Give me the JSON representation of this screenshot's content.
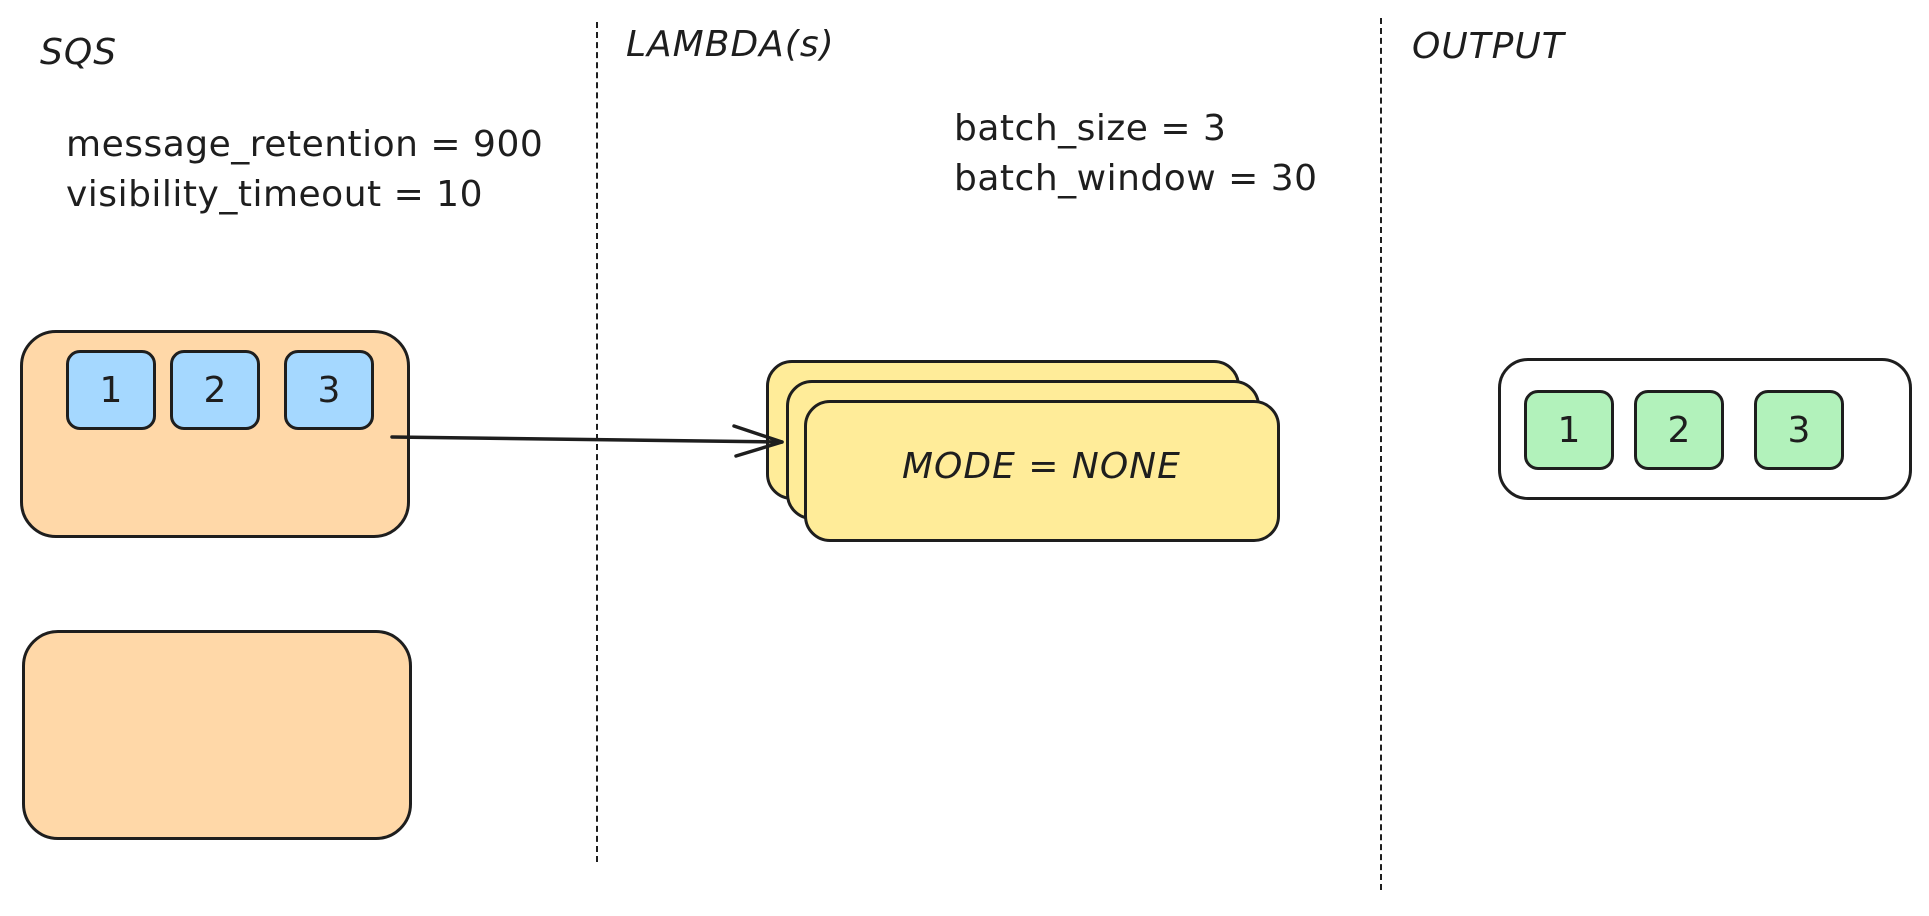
{
  "sections": {
    "sqs": {
      "title": "SQS"
    },
    "lambda": {
      "title": "LAMBDA(s)"
    },
    "output": {
      "title": "OUTPUT"
    }
  },
  "sqs_config": {
    "line1": "message_retention = 900",
    "line2": "visibility_timeout = 10"
  },
  "lambda_config": {
    "line1": "batch_size = 3",
    "line2": "batch_window = 30"
  },
  "queue_messages": [
    "1",
    "2",
    "3"
  ],
  "lambda_mode": "MODE = NONE",
  "output_messages": [
    "1",
    "2",
    "3"
  ],
  "colors": {
    "queue_fill": "#ffd8a8",
    "message_fill": "#a5d8ff",
    "lambda_fill": "#ffec99",
    "output_message_fill": "#b2f2bb",
    "stroke": "#1e1e1e"
  }
}
